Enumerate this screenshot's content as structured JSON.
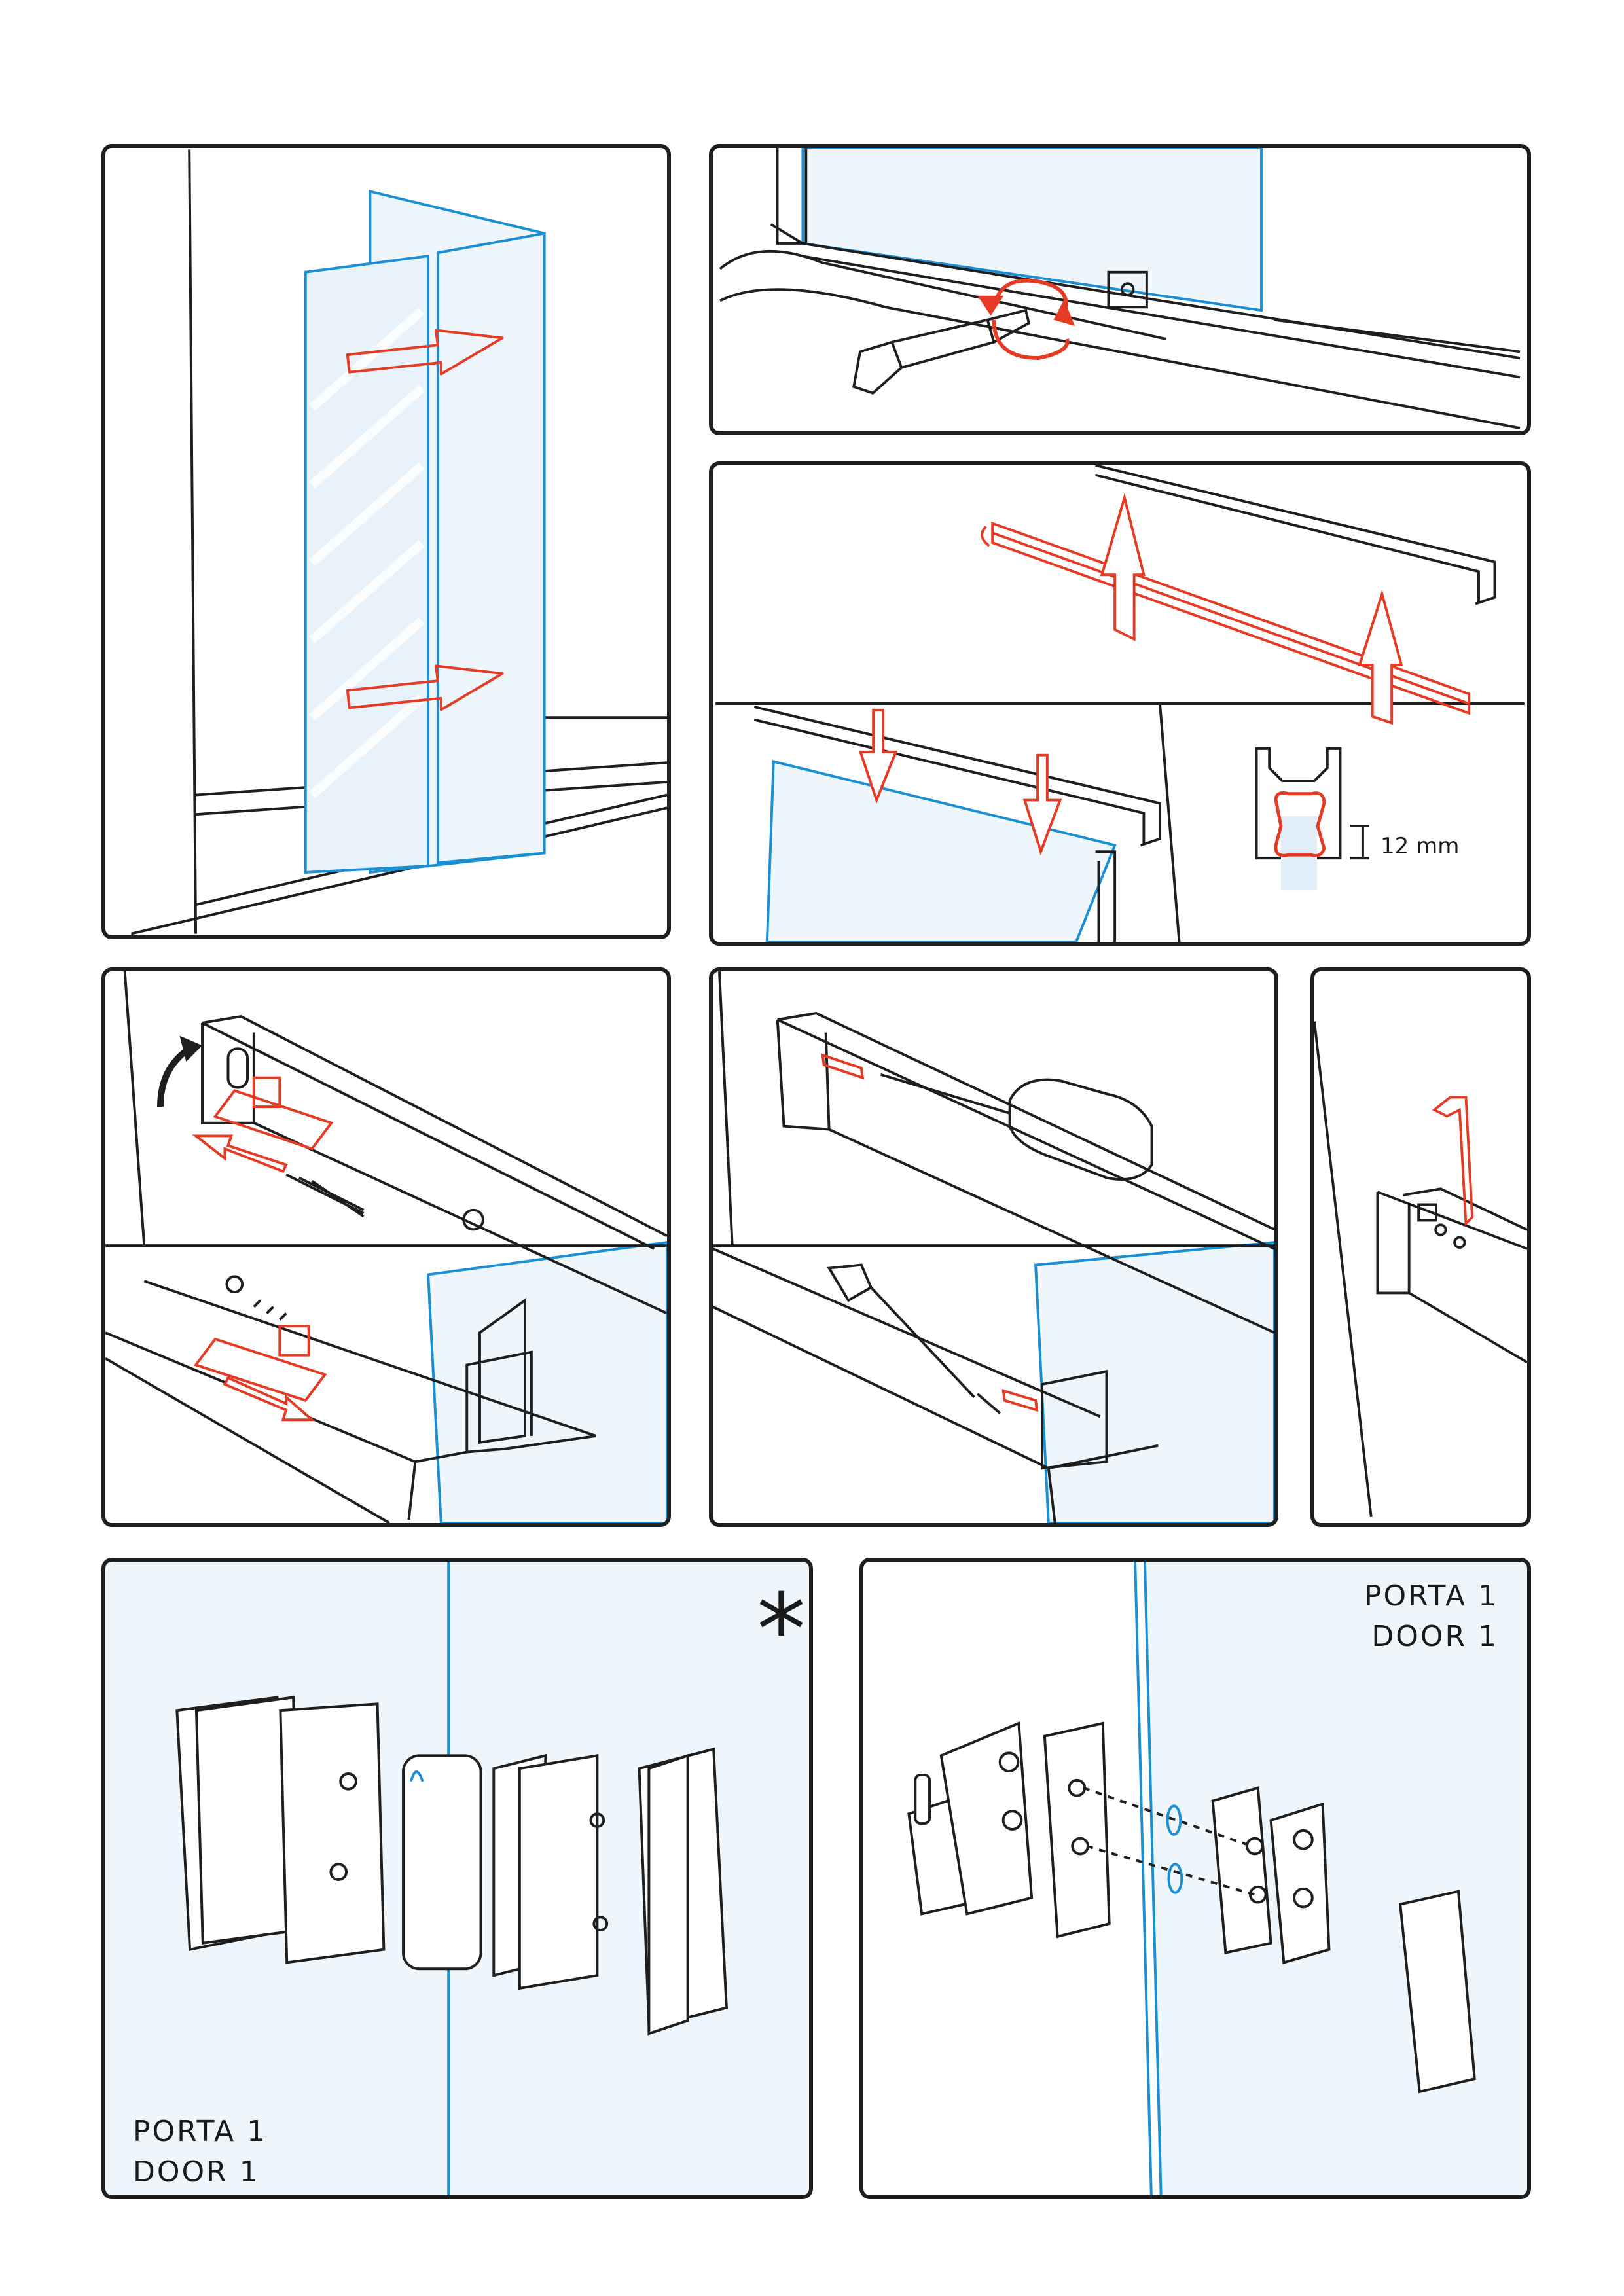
{
  "panel_9_label": {
    "line1": "PORTA 1",
    "line2": "DOOR 1"
  },
  "panel_10_label": {
    "line1": "PORTA 1",
    "line2": "DOOR 1"
  },
  "panel_9_mark": "*",
  "panel_3_dimension": "12 mm",
  "colors": {
    "outline": "#1e1e1e",
    "glass_edge": "#1a8fd4",
    "glass_fill": "#eef6fc",
    "arrow": "#e53a23"
  }
}
